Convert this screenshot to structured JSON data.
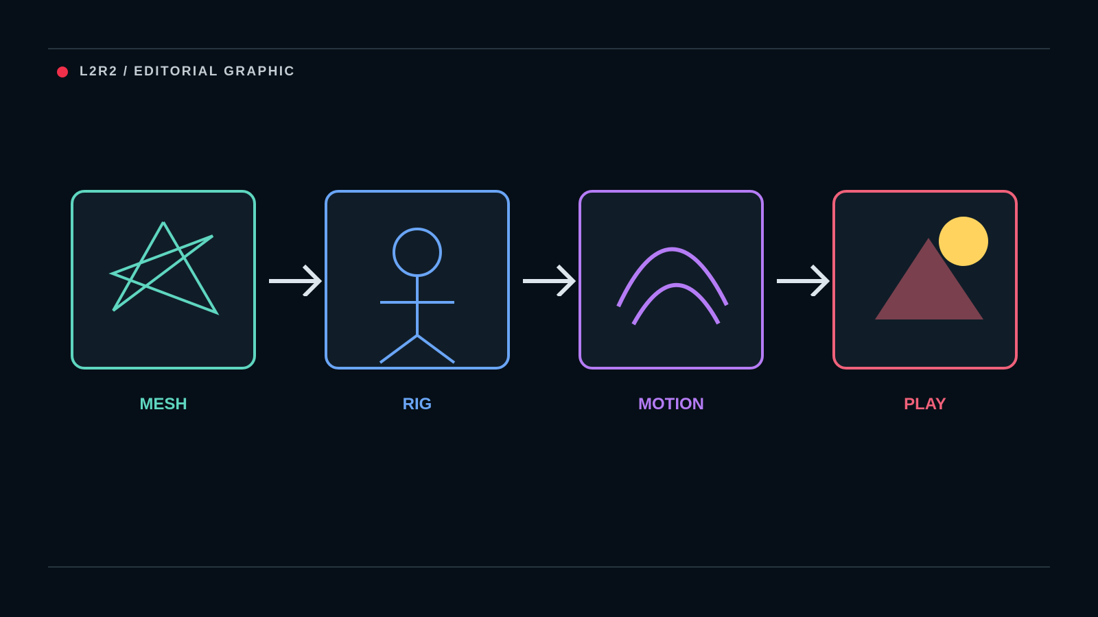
{
  "header": {
    "title": "L2R2 / EDITORIAL GRAPHIC",
    "marker_color": "#f0304a"
  },
  "stages": [
    {
      "label": "MESH",
      "color": "#5fd6c0",
      "icon": "star-mesh-icon"
    },
    {
      "label": "RIG",
      "color": "#6aa5f6",
      "icon": "stick-figure-icon"
    },
    {
      "label": "MOTION",
      "color": "#b57cf5",
      "icon": "motion-arcs-icon"
    },
    {
      "label": "PLAY",
      "color": "#f0617a",
      "icon": "mountain-sun-icon"
    }
  ],
  "connector": {
    "icon": "arrow-right-icon",
    "color": "#dde6ec"
  },
  "colors": {
    "background": "#060f17",
    "panel": "#101d28",
    "rule": "#26353f",
    "mountain": "#7a404e",
    "sun": "#ffd35e"
  }
}
